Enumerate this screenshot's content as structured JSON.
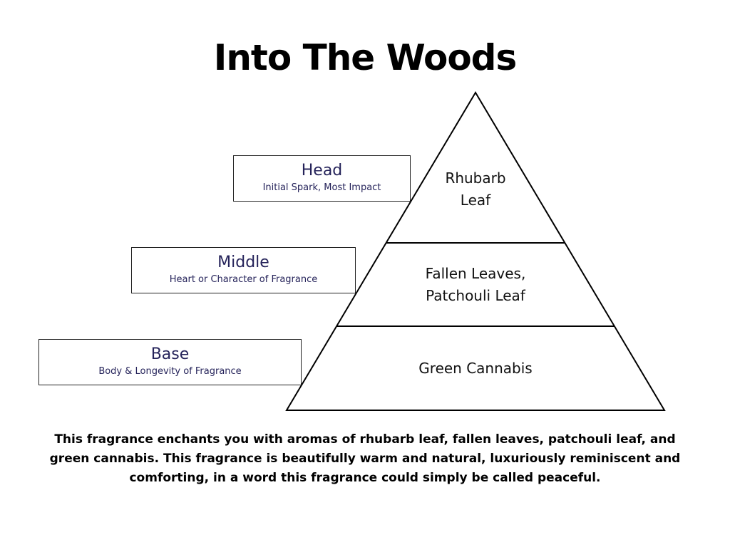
{
  "title": "Into The Woods",
  "notes": [
    {
      "name": "Head",
      "description": "Initial Spark, Most Impact",
      "ingredients": [
        "Rhubarb",
        "Leaf"
      ]
    },
    {
      "name": "Middle",
      "description": "Heart or Character of Fragrance",
      "ingredients": [
        "Fallen Leaves,",
        "Patchouli Leaf"
      ]
    },
    {
      "name": "Base",
      "description": "Body & Longevity of Fragrance",
      "ingredients": [
        "Green Cannabis"
      ]
    }
  ],
  "description": "This fragrance enchants you with aromas of rhubarb leaf, fallen leaves, patchouli leaf, and green cannabis. This fragrance is beautifully warm and natural, luxuriously reminiscent and comforting, in a word this fragrance could simply be called peaceful."
}
